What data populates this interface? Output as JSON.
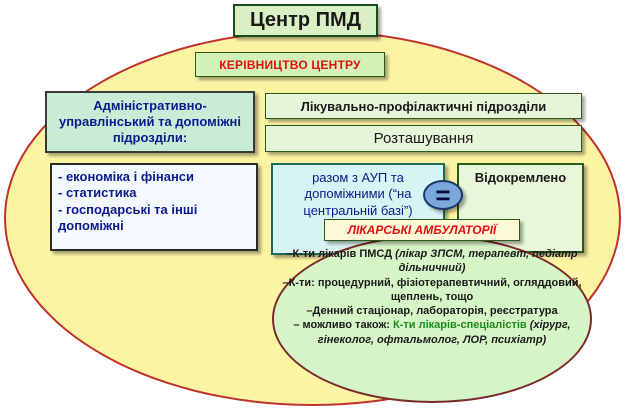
{
  "title": "Центр ПМД",
  "management": "КЕРІВНИЦТВО ЦЕНТРУ",
  "admin_heading": "Адміністративно-управлінський та допоміжні  підрозділи:",
  "admin_items": [
    "- економіка і фінанси",
    "- статистика",
    "- господарські та інші допоміжні"
  ],
  "medical_units": "Лікувально-профілактичні підрозділи",
  "location": "Розташування",
  "central_base": "разом з АУП та допоміжними (“на центральній базі”)",
  "equals_sign": "=",
  "separate": "Відокремлено",
  "ambulatories": "ЛІКАРСЬКІ АМБУЛАТОРІЇ",
  "ambulatory_lines": {
    "l1_prefix": "–К-ти лікарів ПМСД ",
    "l1_italic": "(лікар ЗПСМ, терапевт, педіатр дільничний)",
    "l2": "–К-ти: процедурний, фізіотерапевтичний, огляддовий, щеплень, тощо",
    "l3": "–Денний стаціонар, лабораторія, реєстратура",
    "l4_prefix": "– можливо також: ",
    "l4_green": "К-ти лікарів-спеціалістів",
    "l4_italic": " (хірург, гінеколог, офтальмолог, ЛОР, психіатр)"
  },
  "colors": {
    "ellipse_fill": "#fdf4a3",
    "ellipse_border": "#c0312a",
    "accent_red": "#e01010",
    "text_blue": "#0b1a8c",
    "highlight_green": "#1d8a1d"
  }
}
